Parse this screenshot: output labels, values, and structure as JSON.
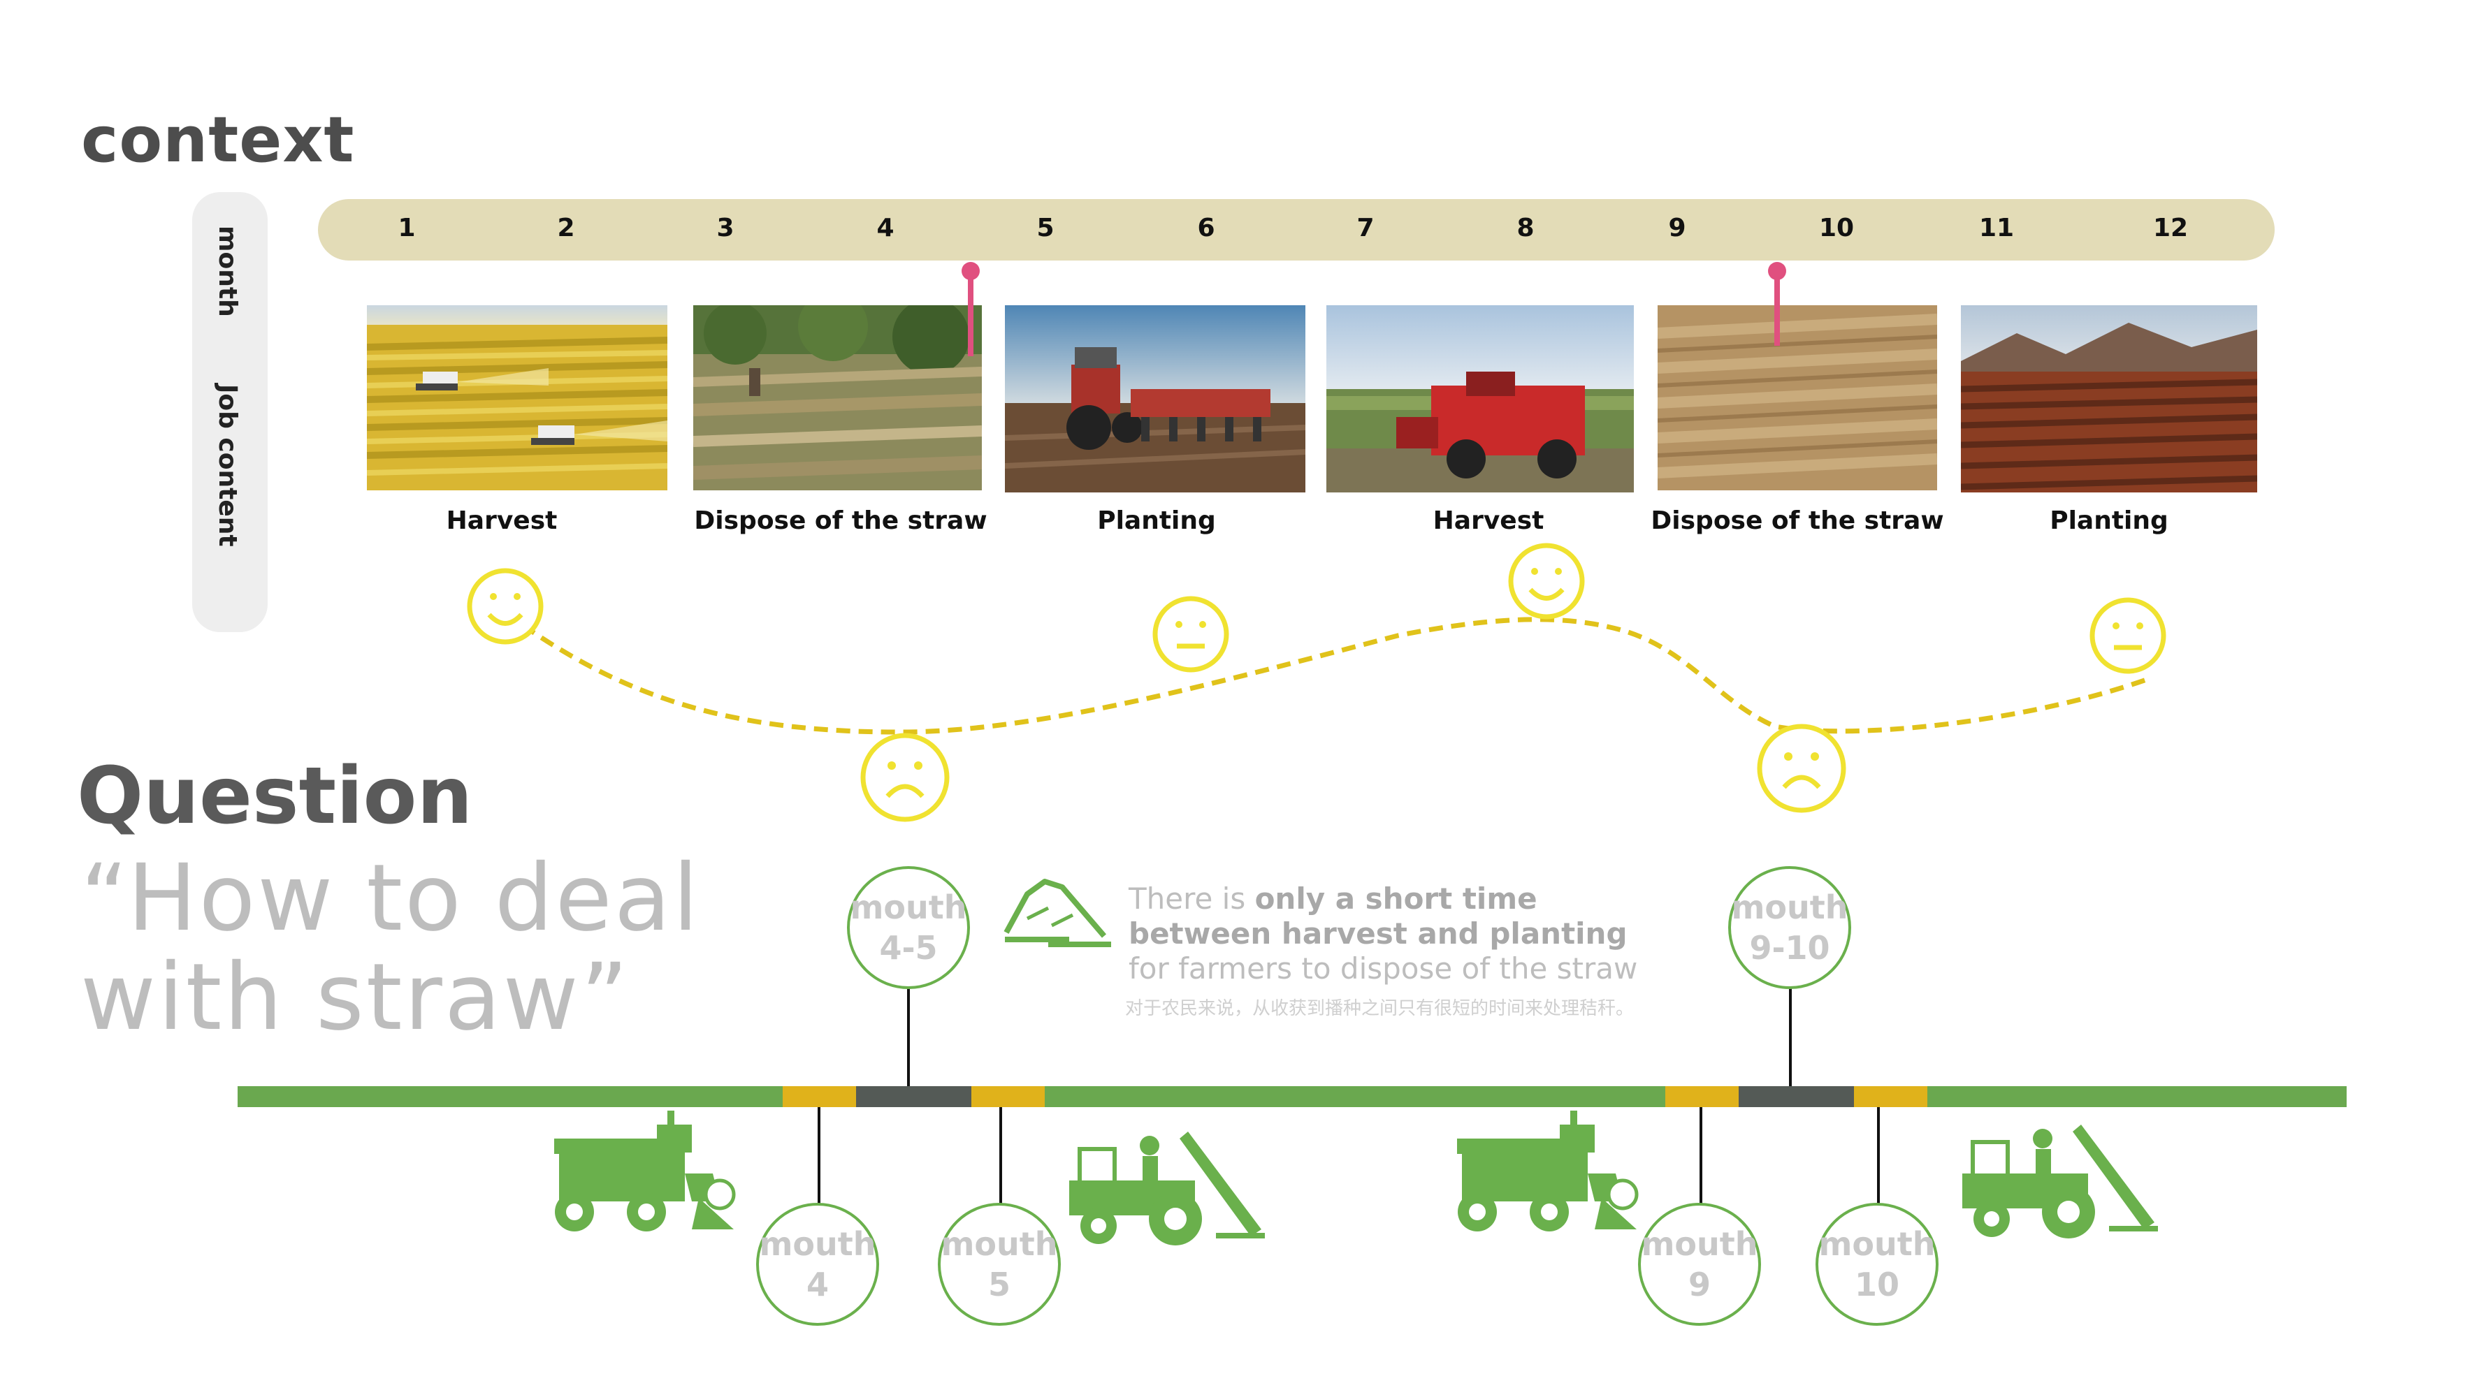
{
  "context_heading": "context",
  "side_labels": {
    "month": "month",
    "job": "Job content"
  },
  "months": [
    "1",
    "2",
    "3",
    "4",
    "5",
    "6",
    "7",
    "8",
    "9",
    "10",
    "11",
    "12"
  ],
  "jobs": [
    "Harvest",
    "Dispose of the straw",
    "Planting",
    "Harvest",
    "Dispose of the straw",
    "Planting"
  ],
  "question_heading": "Question",
  "question_line1": "“How to deal",
  "question_line2": "with straw”",
  "note": {
    "p1": "There is ",
    "b1": "only a short time between harvest and planting",
    "p2": " for farmers to dispose of the straw",
    "zh": "对于农民来说，从收获到播种之间只有很短的时间来处理秸秆。"
  },
  "callouts": {
    "m45": {
      "l1": "mouth",
      "l2": "4-5"
    },
    "m910": {
      "l1": "mouth",
      "l2": "9-10"
    },
    "m4": {
      "l1": "mouth",
      "l2": "4"
    },
    "m5": {
      "l1": "mouth",
      "l2": "5"
    },
    "m9": {
      "l1": "mouth",
      "l2": "9"
    },
    "m10": {
      "l1": "mouth",
      "l2": "10"
    }
  },
  "colors": {
    "timeline_green": "#6aa84f",
    "timeline_yellow": "#e0b21b",
    "timeline_gray": "#545a56",
    "emotion_yellow": "#f0e230",
    "curve": "#e0c21a",
    "pin": "#e0507f",
    "icon_green": "#6ab04c"
  },
  "icons": [
    "happy-face-icon",
    "sad-face-icon",
    "neutral-face-icon",
    "straw-pile-icon",
    "harvester-icon",
    "tractor-planter-icon"
  ]
}
